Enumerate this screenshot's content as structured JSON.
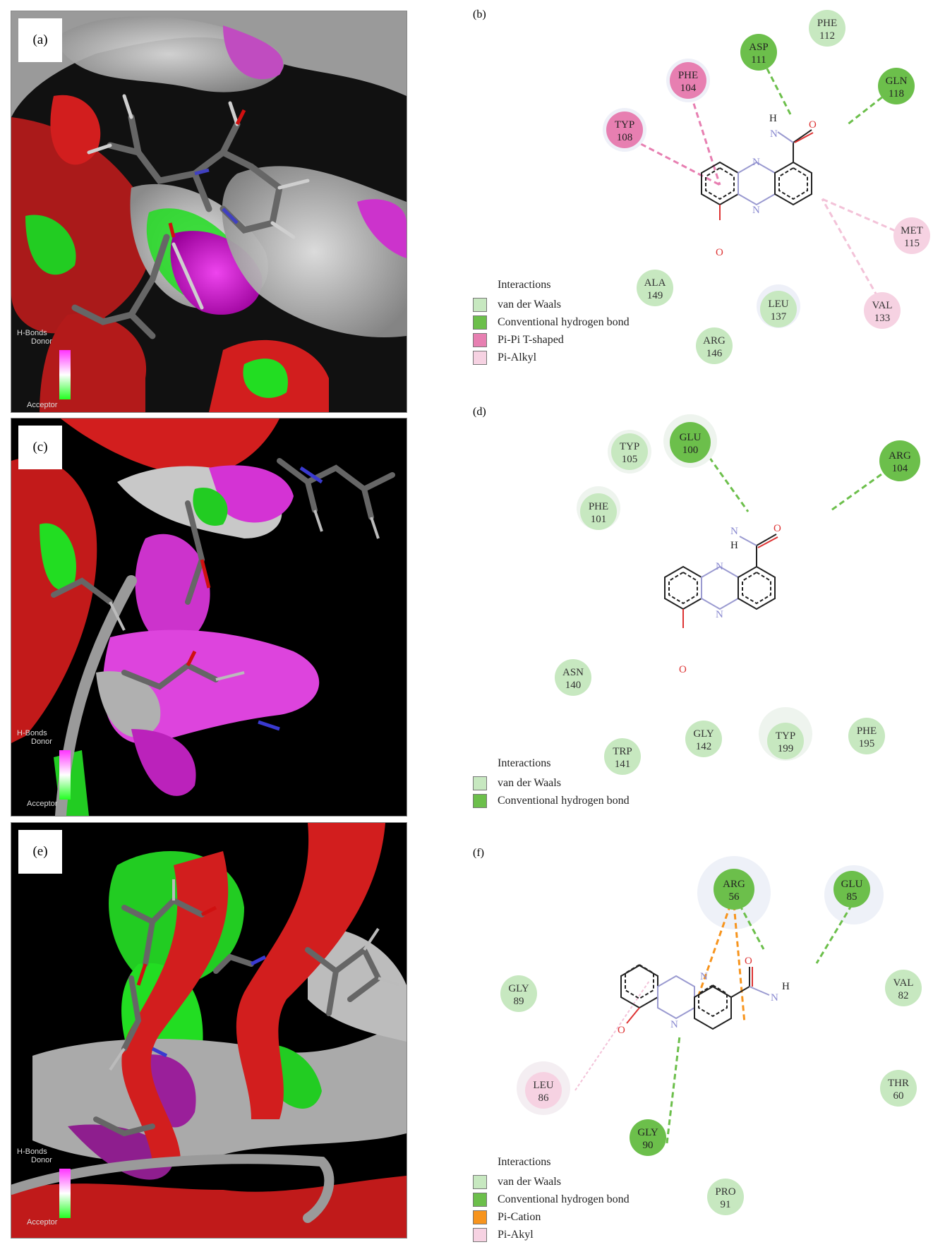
{
  "panels": [
    {
      "label": "(a)",
      "hbonds": "H-Bonds",
      "donor": "Donor",
      "acceptor": "Acceptor"
    },
    {
      "label": "(c)",
      "hbonds": "H-Bonds",
      "donor": "Donor",
      "acceptor": "Acceptor"
    },
    {
      "label": "(e)",
      "hbonds": "H-Bonds",
      "donor": "Donor",
      "acceptor": "Acceptor"
    }
  ],
  "colors": {
    "vdw": "#c7e8c0",
    "hbond": "#6cbf4b",
    "pipi": "#e77fb1",
    "pialkyl": "#f6d2e2",
    "pication": "#f7941d"
  },
  "diagrams": [
    {
      "label": "(b)",
      "legend_title": "Interactions",
      "legend": [
        {
          "type": "vdw",
          "text": "van der Waals"
        },
        {
          "type": "hbond",
          "text": "Conventional hydrogen bond"
        },
        {
          "type": "pipi",
          "text": "Pi-Pi T-shaped"
        },
        {
          "type": "pialkyl",
          "text": "Pi-Alkyl"
        }
      ],
      "residues": [
        {
          "name": "PHE",
          "num": "112",
          "type": "vdw"
        },
        {
          "name": "ASP",
          "num": "111",
          "type": "hbond"
        },
        {
          "name": "GLN",
          "num": "118",
          "type": "hbond"
        },
        {
          "name": "PHE",
          "num": "104",
          "type": "pipi"
        },
        {
          "name": "TYP",
          "num": "108",
          "type": "pipi"
        },
        {
          "name": "MET",
          "num": "115",
          "type": "pialkyl"
        },
        {
          "name": "ALA",
          "num": "149",
          "type": "vdw"
        },
        {
          "name": "LEU",
          "num": "137",
          "type": "vdw"
        },
        {
          "name": "VAL",
          "num": "133",
          "type": "pialkyl"
        },
        {
          "name": "ARG",
          "num": "146",
          "type": "vdw"
        }
      ],
      "atoms": {
        "h": "H",
        "n": "N",
        "o": "O"
      }
    },
    {
      "label": "(d)",
      "legend_title": "Interactions",
      "legend": [
        {
          "type": "vdw",
          "text": "van der Waals"
        },
        {
          "type": "hbond",
          "text": "Conventional hydrogen bond"
        }
      ],
      "residues": [
        {
          "name": "TYP",
          "num": "105",
          "type": "vdw"
        },
        {
          "name": "GLU",
          "num": "100",
          "type": "hbond"
        },
        {
          "name": "ARG",
          "num": "104",
          "type": "hbond"
        },
        {
          "name": "PHE",
          "num": "101",
          "type": "vdw"
        },
        {
          "name": "ASN",
          "num": "140",
          "type": "vdw"
        },
        {
          "name": "GLY",
          "num": "142",
          "type": "vdw"
        },
        {
          "name": "TYP",
          "num": "199",
          "type": "vdw"
        },
        {
          "name": "PHE",
          "num": "195",
          "type": "vdw"
        },
        {
          "name": "TRP",
          "num": "141",
          "type": "vdw"
        }
      ],
      "atoms": {
        "h": "H",
        "n": "N",
        "o": "O"
      }
    },
    {
      "label": "(f)",
      "legend_title": "Interactions",
      "legend": [
        {
          "type": "vdw",
          "text": "van der Waals"
        },
        {
          "type": "hbond",
          "text": "Conventional hydrogen bond"
        },
        {
          "type": "pication",
          "text": "Pi-Cation"
        },
        {
          "type": "pialkyl",
          "text": "Pi-Akyl"
        }
      ],
      "residues": [
        {
          "name": "ARG",
          "num": "56",
          "type": "hbond"
        },
        {
          "name": "GLU",
          "num": "85",
          "type": "hbond"
        },
        {
          "name": "GLY",
          "num": "89",
          "type": "vdw"
        },
        {
          "name": "VAL",
          "num": "82",
          "type": "vdw"
        },
        {
          "name": "LEU",
          "num": "86",
          "type": "pialkyl"
        },
        {
          "name": "THR",
          "num": "60",
          "type": "vdw"
        },
        {
          "name": "GLY",
          "num": "90",
          "type": "hbond"
        },
        {
          "name": "PRO",
          "num": "91",
          "type": "vdw"
        }
      ],
      "atoms": {
        "h": "H",
        "n": "N",
        "o": "O"
      }
    }
  ]
}
